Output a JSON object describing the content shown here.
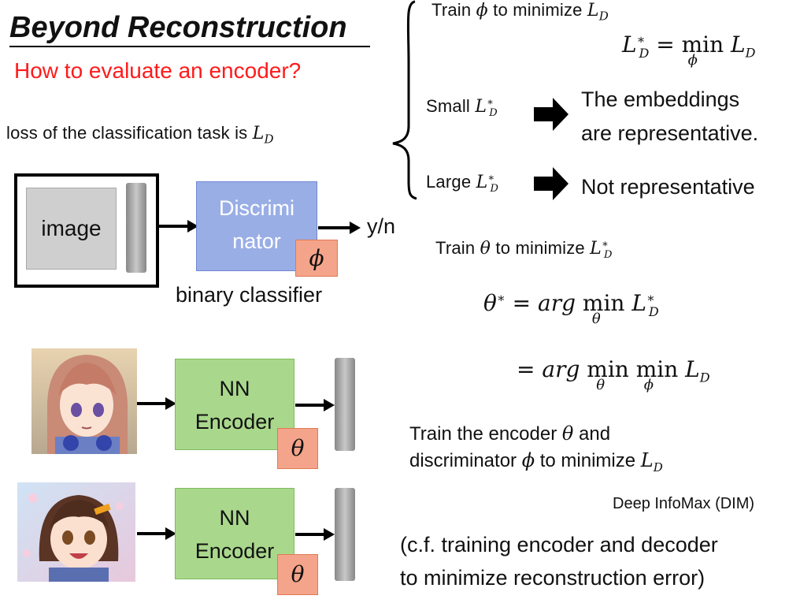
{
  "slide": {
    "title": "Beyond Reconstruction",
    "subtitle": "How to evaluate an encoder?"
  },
  "left": {
    "loss_text": "loss of the classification task is ",
    "loss_sym": "L",
    "loss_sub": "D",
    "image_label": "image",
    "discriminator_line1": "Discrimi",
    "discriminator_line2": "nator",
    "discriminator_param": "ϕ",
    "output_label": "y/n",
    "caption": "binary classifier",
    "encoder1_line1": "NN",
    "encoder1_line2": "Encoder",
    "encoder1_param": "θ",
    "encoder2_line1": "NN",
    "encoder2_line2": "Encoder",
    "encoder2_param": "θ"
  },
  "right": {
    "train_phi_prefix": "Train ",
    "train_phi_sym": "ϕ",
    "train_phi_mid": " to minimize ",
    "small_label": "Small ",
    "small_result_1": "The embeddings",
    "small_result_2": "are representative.",
    "large_label": "Large ",
    "large_result": "Not representative",
    "train_theta_prefix": "Train ",
    "train_theta_sym": "θ",
    "train_theta_mid": " to minimize ",
    "joint_line1_a": "Train the encoder ",
    "joint_line1_b": " and",
    "joint_line2_a": "discriminator ",
    "joint_line2_b": " to minimize ",
    "dim_note": "Deep InfoMax (DIM)",
    "cf_line1": "(c.f. training encoder and decoder",
    "cf_line2": "to minimize reconstruction error)"
  },
  "colors": {
    "subtitle": "#ff1a1a",
    "discriminator": "#9aaee6",
    "encoder": "#a9d88c",
    "param": "#f4a48a"
  }
}
